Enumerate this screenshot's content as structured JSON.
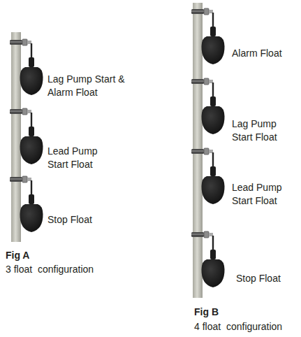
{
  "diagram": {
    "labels": [
      "Lag Pump Start & Alarm Float",
      "Lead Pump Start Float",
      "Stop Float",
      "Alarm Float",
      "Lag Pump Start Float",
      "Lead Pump Start Float",
      "Stop Float",
      "Fig A",
      "3 float  configuration",
      "Fig B",
      "4 float  configuration"
    ]
  }
}
